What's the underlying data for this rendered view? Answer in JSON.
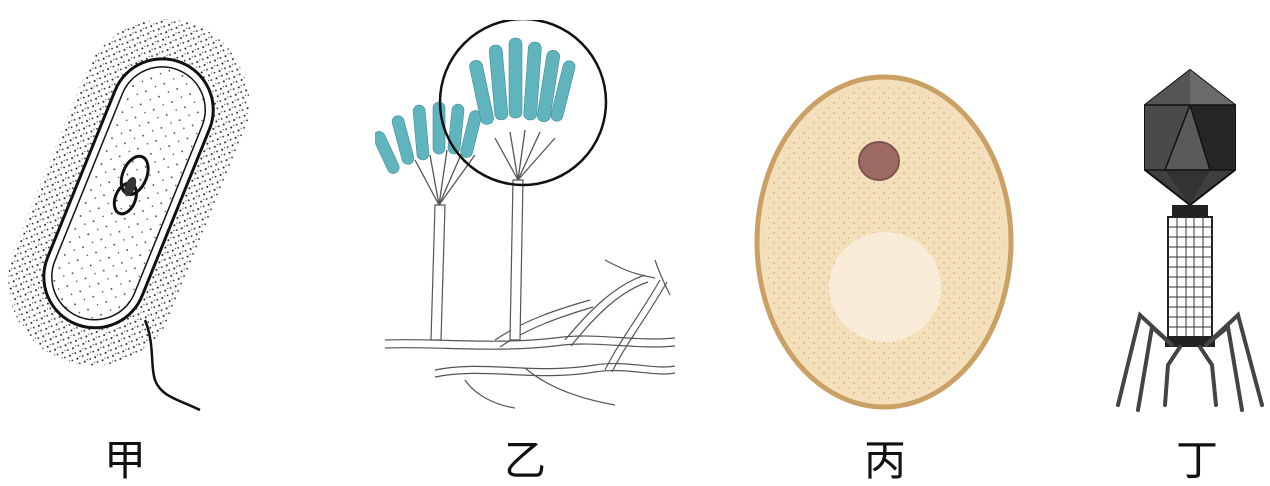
{
  "labels": {
    "bacterium": "甲",
    "mold": "乙",
    "yeast": "丙",
    "phage": "丁"
  },
  "colors": {
    "bacterium_outline": "#111111",
    "mold_spores": "#5fb4bd",
    "cell_fill": "#f3dfb9",
    "cell_border": "#caa064",
    "nucleus": "#9c6a63",
    "vacuole": "#f8ecd8",
    "phage": "#3a3a3a"
  }
}
